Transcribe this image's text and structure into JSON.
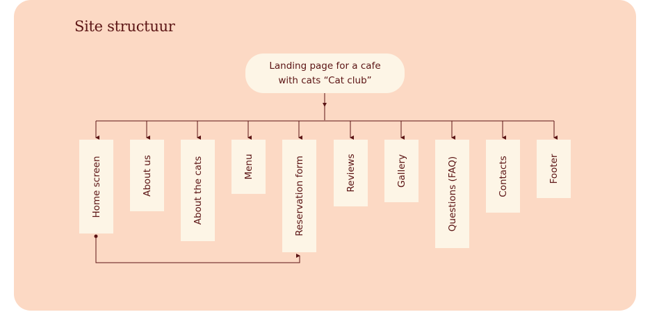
{
  "title": "Site structuur",
  "root": {
    "line1": "Landing page for a cafe",
    "line2": "with cats “Cat club”"
  },
  "nodes": [
    "Home screen",
    "About us",
    "About the cats",
    "Menu",
    "Reservation form",
    "Reviews",
    "Gallery",
    "Questions (FAQ)",
    "Contacts",
    "Footer"
  ],
  "colors": {
    "panel": "#fcd9c4",
    "box": "#fdf5e6",
    "text": "#5b1414"
  }
}
